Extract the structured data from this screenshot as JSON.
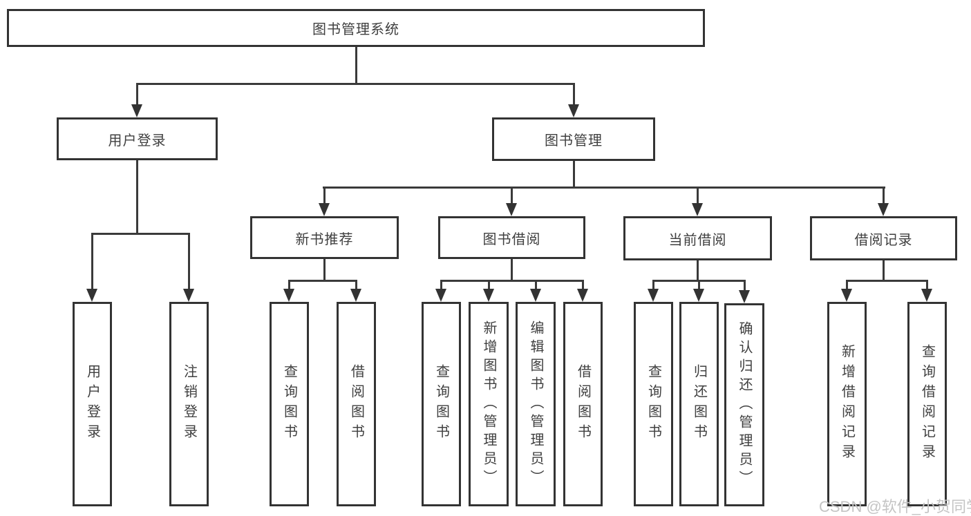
{
  "diagram": {
    "type": "hierarchy-tree",
    "orientation": "top-down",
    "watermark": "CSDN @软件_小贺同学",
    "colors": {
      "background": "#ffffff",
      "box_border": "#333333",
      "connector_line": "#3a3a3a",
      "text": "#3f3f3f",
      "watermark_text": "#c4c4c4"
    },
    "tree": {
      "label": "图书管理系统",
      "children": [
        {
          "label": "用户登录",
          "children": [
            {
              "label": "用户登录"
            },
            {
              "label": "注销登录"
            }
          ]
        },
        {
          "label": "图书管理",
          "children": [
            {
              "label": "新书推荐",
              "children": [
                {
                  "label": "查询图书"
                },
                {
                  "label": "借阅图书"
                }
              ]
            },
            {
              "label": "图书借阅",
              "children": [
                {
                  "label": "查询图书"
                },
                {
                  "label": "新增图书（管理员）"
                },
                {
                  "label": "编辑图书（管理员）"
                },
                {
                  "label": "借阅图书"
                }
              ]
            },
            {
              "label": "当前借阅",
              "children": [
                {
                  "label": "查询图书"
                },
                {
                  "label": "归还图书"
                },
                {
                  "label": "确认归还（管理员）"
                }
              ]
            },
            {
              "label": "借阅记录",
              "children": [
                {
                  "label": "新增借阅记录"
                },
                {
                  "label": "查询借阅记录"
                }
              ]
            }
          ]
        }
      ]
    }
  }
}
